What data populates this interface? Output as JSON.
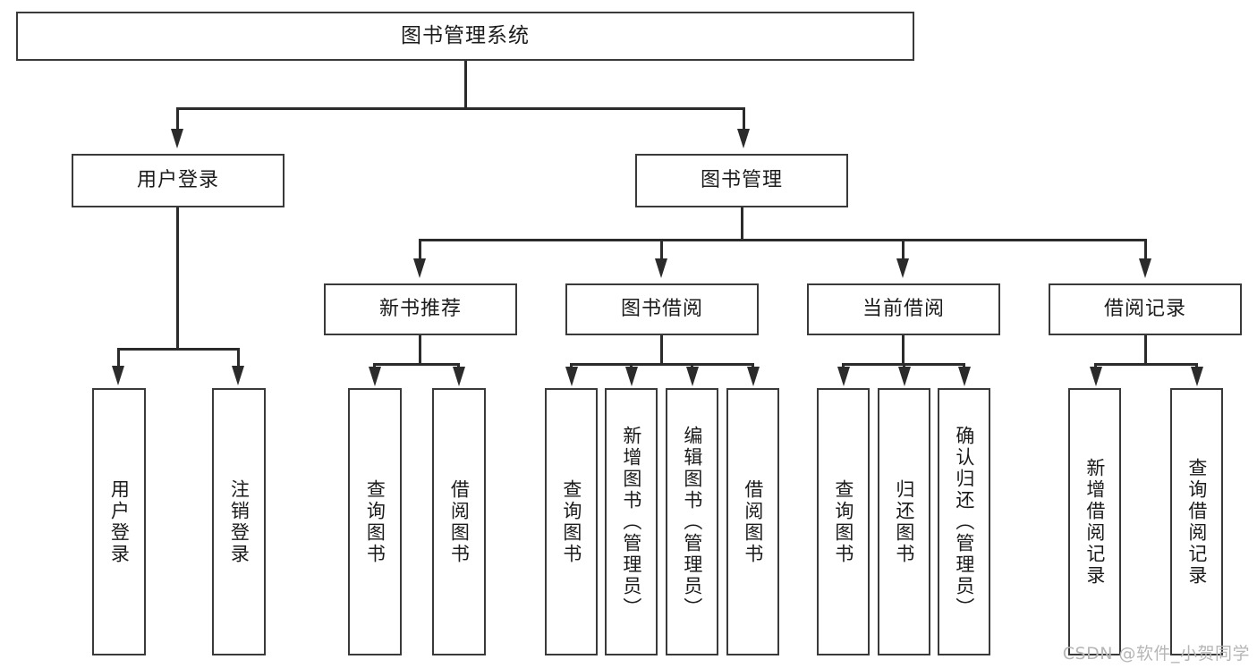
{
  "diagram": {
    "type": "tree-hierarchy",
    "title": "图书管理系统",
    "watermark": "CSDN @软件_小贺同学",
    "colors": {
      "box_border": "#3a3a3a",
      "connector": "#2b2b2b",
      "text": "#1b1b1b",
      "background": "#ffffff",
      "watermark": "#b6b6b6"
    },
    "nodes": {
      "root": {
        "label": "图书管理系统"
      },
      "level2": [
        {
          "id": "user-login",
          "label": "用户登录"
        },
        {
          "id": "book-manage",
          "label": "图书管理"
        }
      ],
      "level3": [
        {
          "id": "new-book-recommend",
          "label": "新书推荐"
        },
        {
          "id": "book-borrow",
          "label": "图书借阅"
        },
        {
          "id": "current-borrow",
          "label": "当前借阅"
        },
        {
          "id": "borrow-record",
          "label": "借阅记录"
        }
      ],
      "leaves": {
        "user-login": [
          {
            "id": "leaf-user-login",
            "label": "用户登录"
          },
          {
            "id": "leaf-user-logout",
            "label": "注销登录"
          }
        ],
        "new-book-recommend": [
          {
            "id": "leaf-query-book-1",
            "label": "查询图书"
          },
          {
            "id": "leaf-borrow-book-1",
            "label": "借阅图书"
          }
        ],
        "book-borrow": [
          {
            "id": "leaf-query-book-2",
            "label": "查询图书"
          },
          {
            "id": "leaf-add-book",
            "label": "新增图书（管理员）"
          },
          {
            "id": "leaf-edit-book",
            "label": "编辑图书（管理员）"
          },
          {
            "id": "leaf-borrow-book-2",
            "label": "借阅图书"
          }
        ],
        "current-borrow": [
          {
            "id": "leaf-query-book-3",
            "label": "查询图书"
          },
          {
            "id": "leaf-return-book",
            "label": "归还图书"
          },
          {
            "id": "leaf-confirm-return",
            "label": "确认归还（管理员）"
          }
        ],
        "borrow-record": [
          {
            "id": "leaf-add-record",
            "label": "新增借阅记录"
          },
          {
            "id": "leaf-query-record",
            "label": "查询借阅记录"
          }
        ]
      }
    }
  }
}
